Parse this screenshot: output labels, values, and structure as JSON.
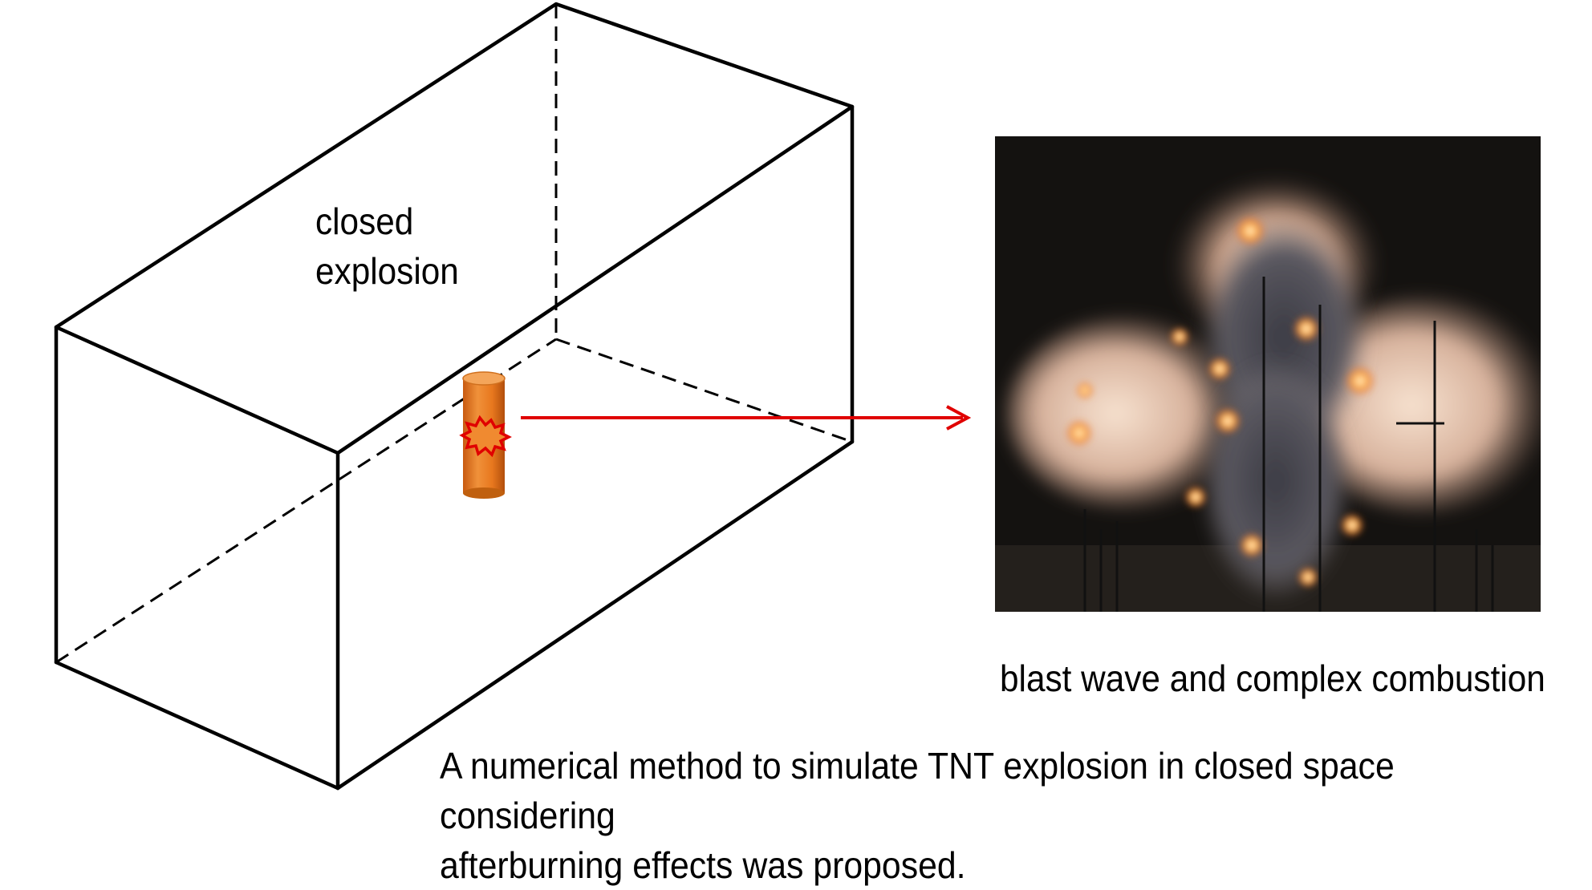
{
  "diagram": {
    "box_label_lines": [
      "closed",
      "explosion"
    ],
    "photo_caption": "blast wave and complex combustion",
    "main_caption_lines": [
      "A numerical method to simulate TNT explosion in closed space considering",
      "afterburning effects was proposed."
    ]
  },
  "colors": {
    "box_edge": "#000000",
    "arrow": "#e00000",
    "charge_fill": "#e8781e",
    "charge_burst": "#e00000",
    "photo_background": "#141210"
  }
}
